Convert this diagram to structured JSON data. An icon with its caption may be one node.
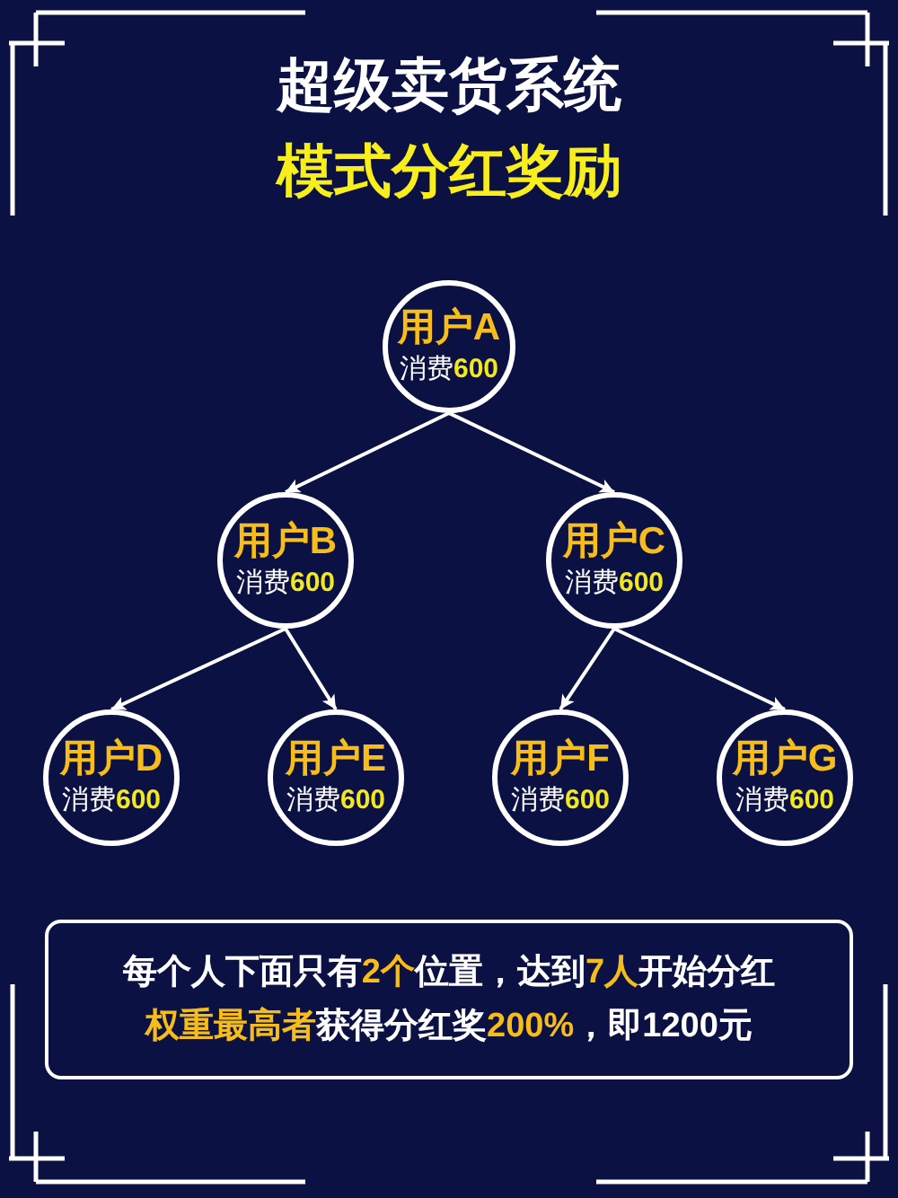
{
  "diagram": {
    "title": "超级卖货系统",
    "nodes": [
      {
        "text": [
          "用户A",
          "消费**600**"
        ]
      },
      {
        "text": [
          "用户B",
          "消费**600**"
        ]
      },
      {
        "text": [
          "用户C",
          "消费**600**"
        ]
      },
      {
        "text": [
          "用户D",
          "消费**600**"
        ]
      },
      {
        "text": [
          "用户E",
          "消费**600**"
        ]
      },
      {
        "text": [
          "用户F",
          "消费**600**"
        ]
      },
      {
        "text": [
          "用户G",
          "消费**600**"
        ]
      },
      {
        "text": [
          "每个人下面只有**2个**位置，达到**7人**开始分红",
          "**权重最高者**获得分红奖**200%**，即1200元"
        ]
      }
    ],
    "edges": [
      {
        "from": 0,
        "to": 1,
        "arrow": "to"
      },
      {
        "from": 0,
        "to": 2,
        "arrow": "to"
      },
      {
        "from": 1,
        "to": 3,
        "arrow": "to"
      },
      {
        "from": 1,
        "to": 4,
        "arrow": "to"
      },
      {
        "from": 2,
        "to": 5,
        "arrow": "to"
      },
      {
        "from": 2,
        "to": 6,
        "arrow": "to"
      }
    ],
    "labels": [
      "模式分红奖励"
    ]
  }
}
